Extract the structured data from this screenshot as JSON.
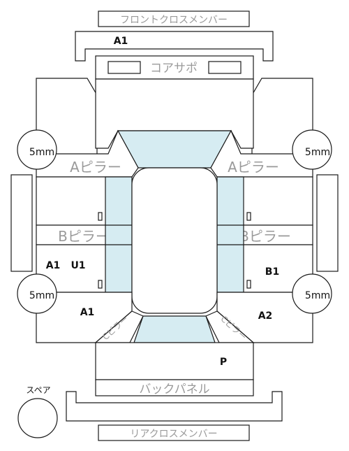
{
  "labels": {
    "front_cross_member": "フロントクロスメンバー",
    "rear_cross_member": "リアクロスメンバー",
    "core_support": "コアサポ",
    "a_pillar_left": "Aピラー",
    "a_pillar_right": "Aピラー",
    "b_pillar_left": "Bピラー",
    "b_pillar_right": "Bピラー",
    "back_panel": "バックパネル",
    "c_pillar_left": "Cピラー",
    "c_pillar_right": "Cピラー",
    "spare": "スペア"
  },
  "marks": {
    "front_member": "A1",
    "left_rear_a1": "A1",
    "left_rear_u1": "U1",
    "left_quarter": "A1",
    "right_rear_door": "B1",
    "right_quarter": "A2",
    "trunk": "P"
  },
  "tires": {
    "front_left": "5mm",
    "front_right": "5mm",
    "rear_left": "5mm",
    "rear_right": "5mm"
  },
  "colors": {
    "glass": "#d6ecf2",
    "outline": "#1a1a1a",
    "label_gray": "#9a9a9a"
  }
}
